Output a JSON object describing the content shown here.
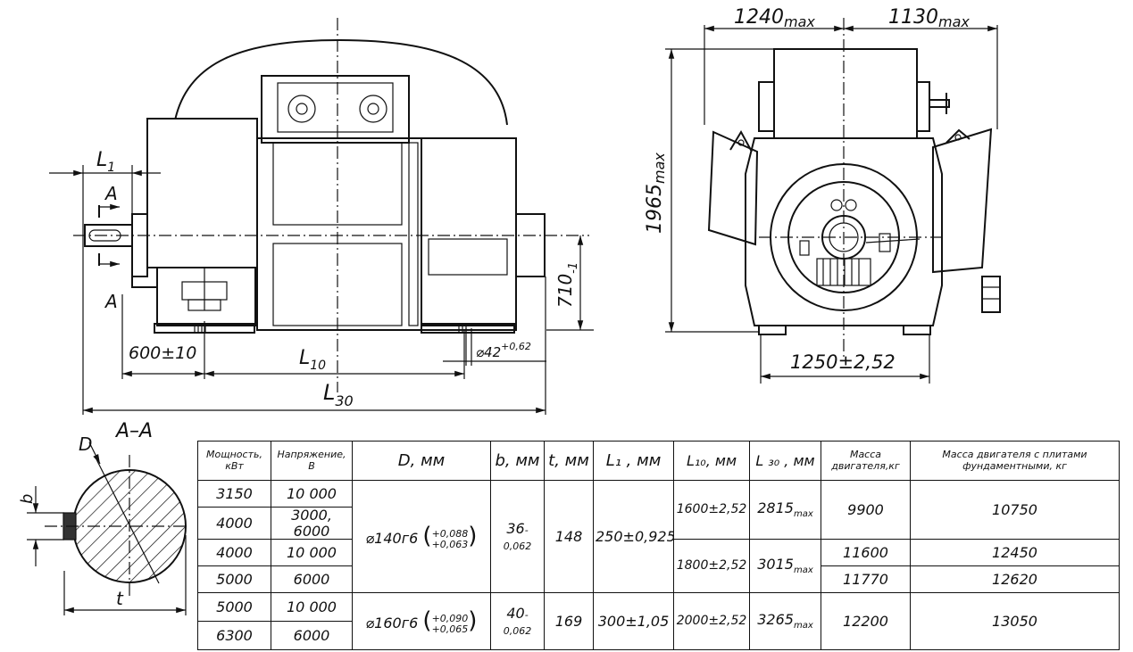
{
  "drawing": {
    "labels": {
      "L1": "L",
      "L1_sub": "1",
      "A_top": "A",
      "A_bottom": "A",
      "dim_600": "600±10",
      "L10": "L",
      "L10_sub": "10",
      "L30": "L",
      "L30_sub": "30",
      "phi42": "⌀42",
      "phi42_tol": "+0,62",
      "dim_710": "710",
      "dim_710_tol": "-1",
      "w1240": "1240",
      "w1240_sub": "max",
      "w1130": "1130",
      "w1130_sub": "max",
      "h1965": "1965",
      "h1965_sub": "max",
      "dim_1250": "1250±2,52",
      "section_title": "A–A",
      "sec_D": "D",
      "sec_b": "b",
      "sec_t": "t"
    }
  },
  "table": {
    "headers": {
      "power": "Мощность, кВт",
      "voltage": "Напряжение, В",
      "D": "D, мм",
      "b": "b, мм",
      "t": "t, мм",
      "L1": "L₁ , мм",
      "L10": "L₁₀, мм",
      "L30": "L ₃₀ , мм",
      "mass": "Масса двигателя,кг",
      "mass_plates": "Масса двигателя с плитами фундаментными, кг"
    },
    "rows": [
      {
        "power": "3150",
        "voltage": "10 000"
      },
      {
        "power": "4000",
        "voltage": "3000, 6000"
      },
      {
        "power": "4000",
        "voltage": "10 000"
      },
      {
        "power": "5000",
        "voltage": "6000"
      },
      {
        "power": "5000",
        "voltage": "10 000"
      },
      {
        "power": "6300",
        "voltage": "6000"
      }
    ],
    "group1": {
      "D": "⌀140г6",
      "D_tol_upper": "+0,088",
      "D_tol_lower": "+0,063",
      "b": "36",
      "b_tol": "-0,062",
      "t": "148",
      "L1": "250±0,925"
    },
    "group2": {
      "D": "⌀160г6",
      "D_tol_upper": "+0,090",
      "D_tol_lower": "+0,065",
      "b": "40",
      "b_tol": "-0,062",
      "t": "169",
      "L1": "300±1,05"
    },
    "L10": [
      "1600±2,52",
      "1800±2,52",
      "2000±2,52"
    ],
    "L30": [
      {
        "value": "2815",
        "sub": "max"
      },
      {
        "value": "3015",
        "sub": "max"
      },
      {
        "value": "3265",
        "sub": "max"
      }
    ],
    "mass": [
      "9900",
      "11600",
      "11770",
      "12200"
    ],
    "mass_plates": [
      "10750",
      "12450",
      "12620",
      "13050"
    ]
  }
}
